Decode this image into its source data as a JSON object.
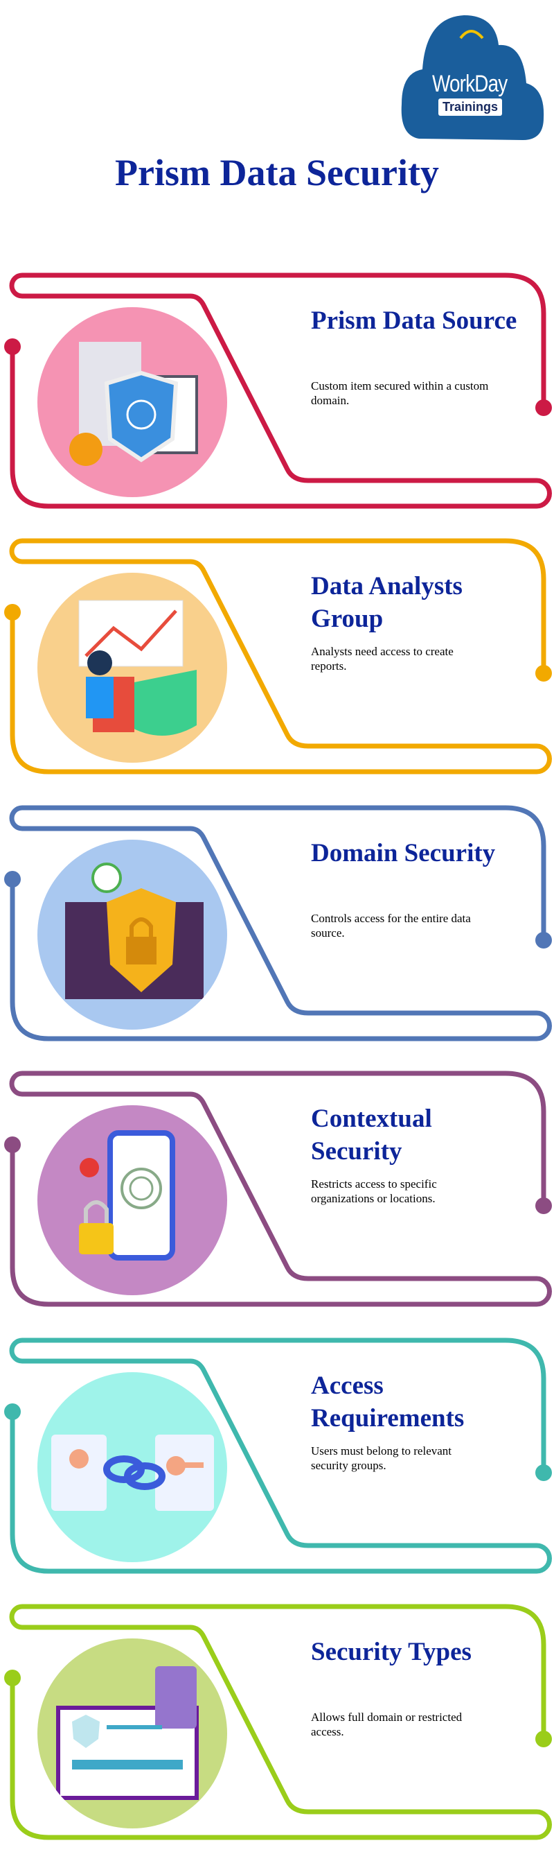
{
  "logo": {
    "word": "WorkDay",
    "sub": "Trainings"
  },
  "title": "Prism Data Security",
  "sections": [
    {
      "title": "Prism Data Source",
      "desc": "Custom item secured within a custom domain.",
      "color": "#CC1A45",
      "bg": "#F593B3",
      "icon": "server-shield-icon"
    },
    {
      "title": "Data Analysts Group",
      "desc": "Analysts need access to create reports.",
      "color": "#F2A900",
      "bg": "#F9D08C",
      "icon": "analyst-chart-icon"
    },
    {
      "title": "Domain Security",
      "desc": "Controls access for the entire data source.",
      "color": "#5176B6",
      "bg": "#A9C8F0",
      "icon": "padlock-shield-icon"
    },
    {
      "title": "Contextual Security",
      "desc": "Restricts access to specific organizations or locations.",
      "color": "#8C4C82",
      "bg": "#C488C4",
      "icon": "fingerprint-phone-icon"
    },
    {
      "title": "Access Requirements",
      "desc": "Users must belong to relevant security groups.",
      "color": "#3FB8AD",
      "bg": "#9FF3EA",
      "icon": "user-key-link-icon"
    },
    {
      "title": "Security Types",
      "desc": "Allows full domain or restricted access.",
      "color": "#9ACD1A",
      "bg": "#C7DC82",
      "icon": "enter-code-laptop-icon"
    }
  ]
}
